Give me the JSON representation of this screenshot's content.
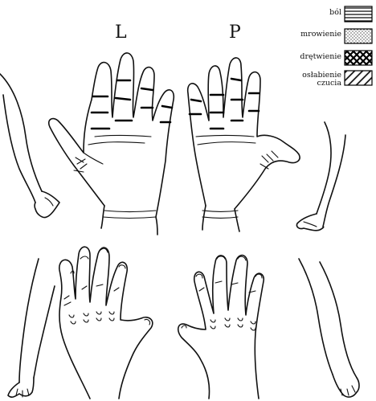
{
  "hands": {
    "left_label": "L",
    "right_label": "P"
  },
  "legend": {
    "items": [
      {
        "label": "ból",
        "pattern": "horizontal-lines-icon"
      },
      {
        "label": "mrowienie",
        "pattern": "dots-icon"
      },
      {
        "label": "drętwienie",
        "pattern": "crosshatch-icon"
      },
      {
        "label": "osłabienie\nczucia",
        "pattern": "diagonal-lines-icon"
      }
    ]
  }
}
